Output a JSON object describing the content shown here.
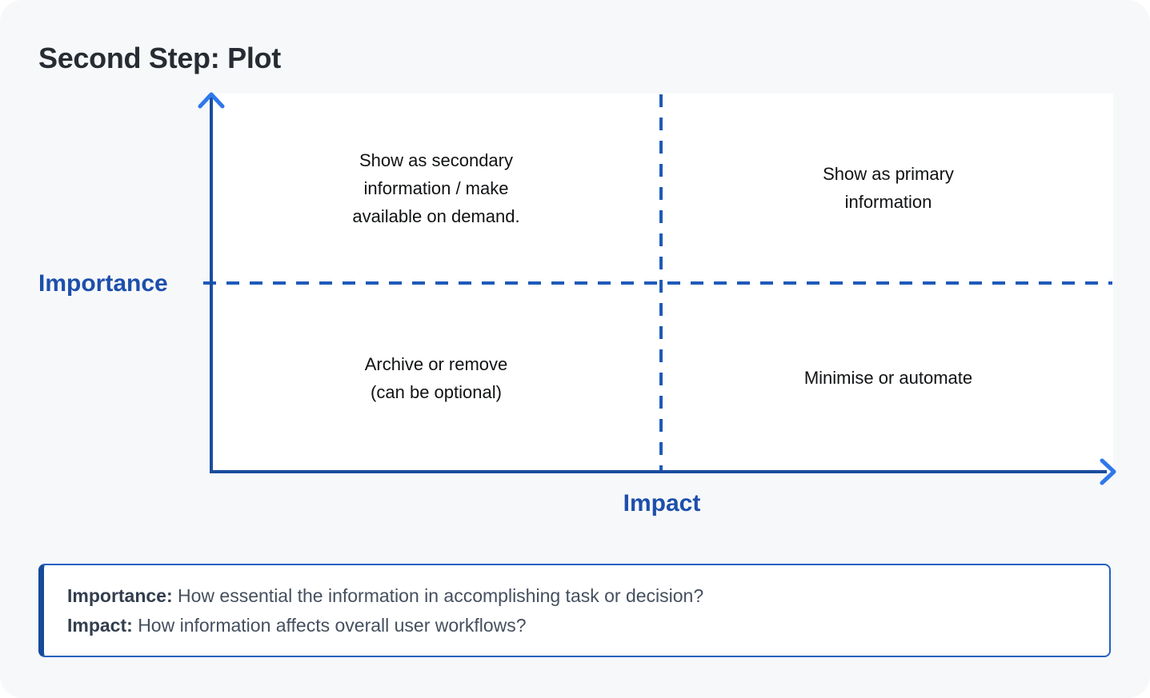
{
  "page": {
    "title": "Second Step: Plot"
  },
  "matrix": {
    "x_axis_label": "Impact",
    "y_axis_label": "Importance",
    "quadrants": [
      {
        "position": "top-left",
        "lines": [
          "Show as secondary",
          "information / make",
          "available on demand."
        ]
      },
      {
        "position": "top-right",
        "lines": [
          "Show as primary",
          "information"
        ]
      },
      {
        "position": "bottom-left",
        "lines": [
          "Archive or remove",
          "(can be optional)"
        ]
      },
      {
        "position": "bottom-right",
        "lines": [
          "Minimise or automate"
        ]
      }
    ]
  },
  "legend": {
    "items": [
      {
        "term": "Importance:",
        "definition": "How essential the information in accomplishing task or decision?"
      },
      {
        "term": "Impact:",
        "definition": "How information affects overall user workflows?"
      }
    ]
  },
  "colors": {
    "card_background": "#f7f8fa",
    "plot_background": "#ffffff",
    "axis_blue": "#1a4d9e",
    "arrowhead_blue": "#2e78ea",
    "dashed_blue": "#1f5ab9",
    "axis_label_blue": "#1d4fab",
    "title_color": "#272c33",
    "note_border_blue": "#2262c2",
    "note_left_bar_blue": "#174a9b",
    "note_text_color": "#454f5e"
  }
}
